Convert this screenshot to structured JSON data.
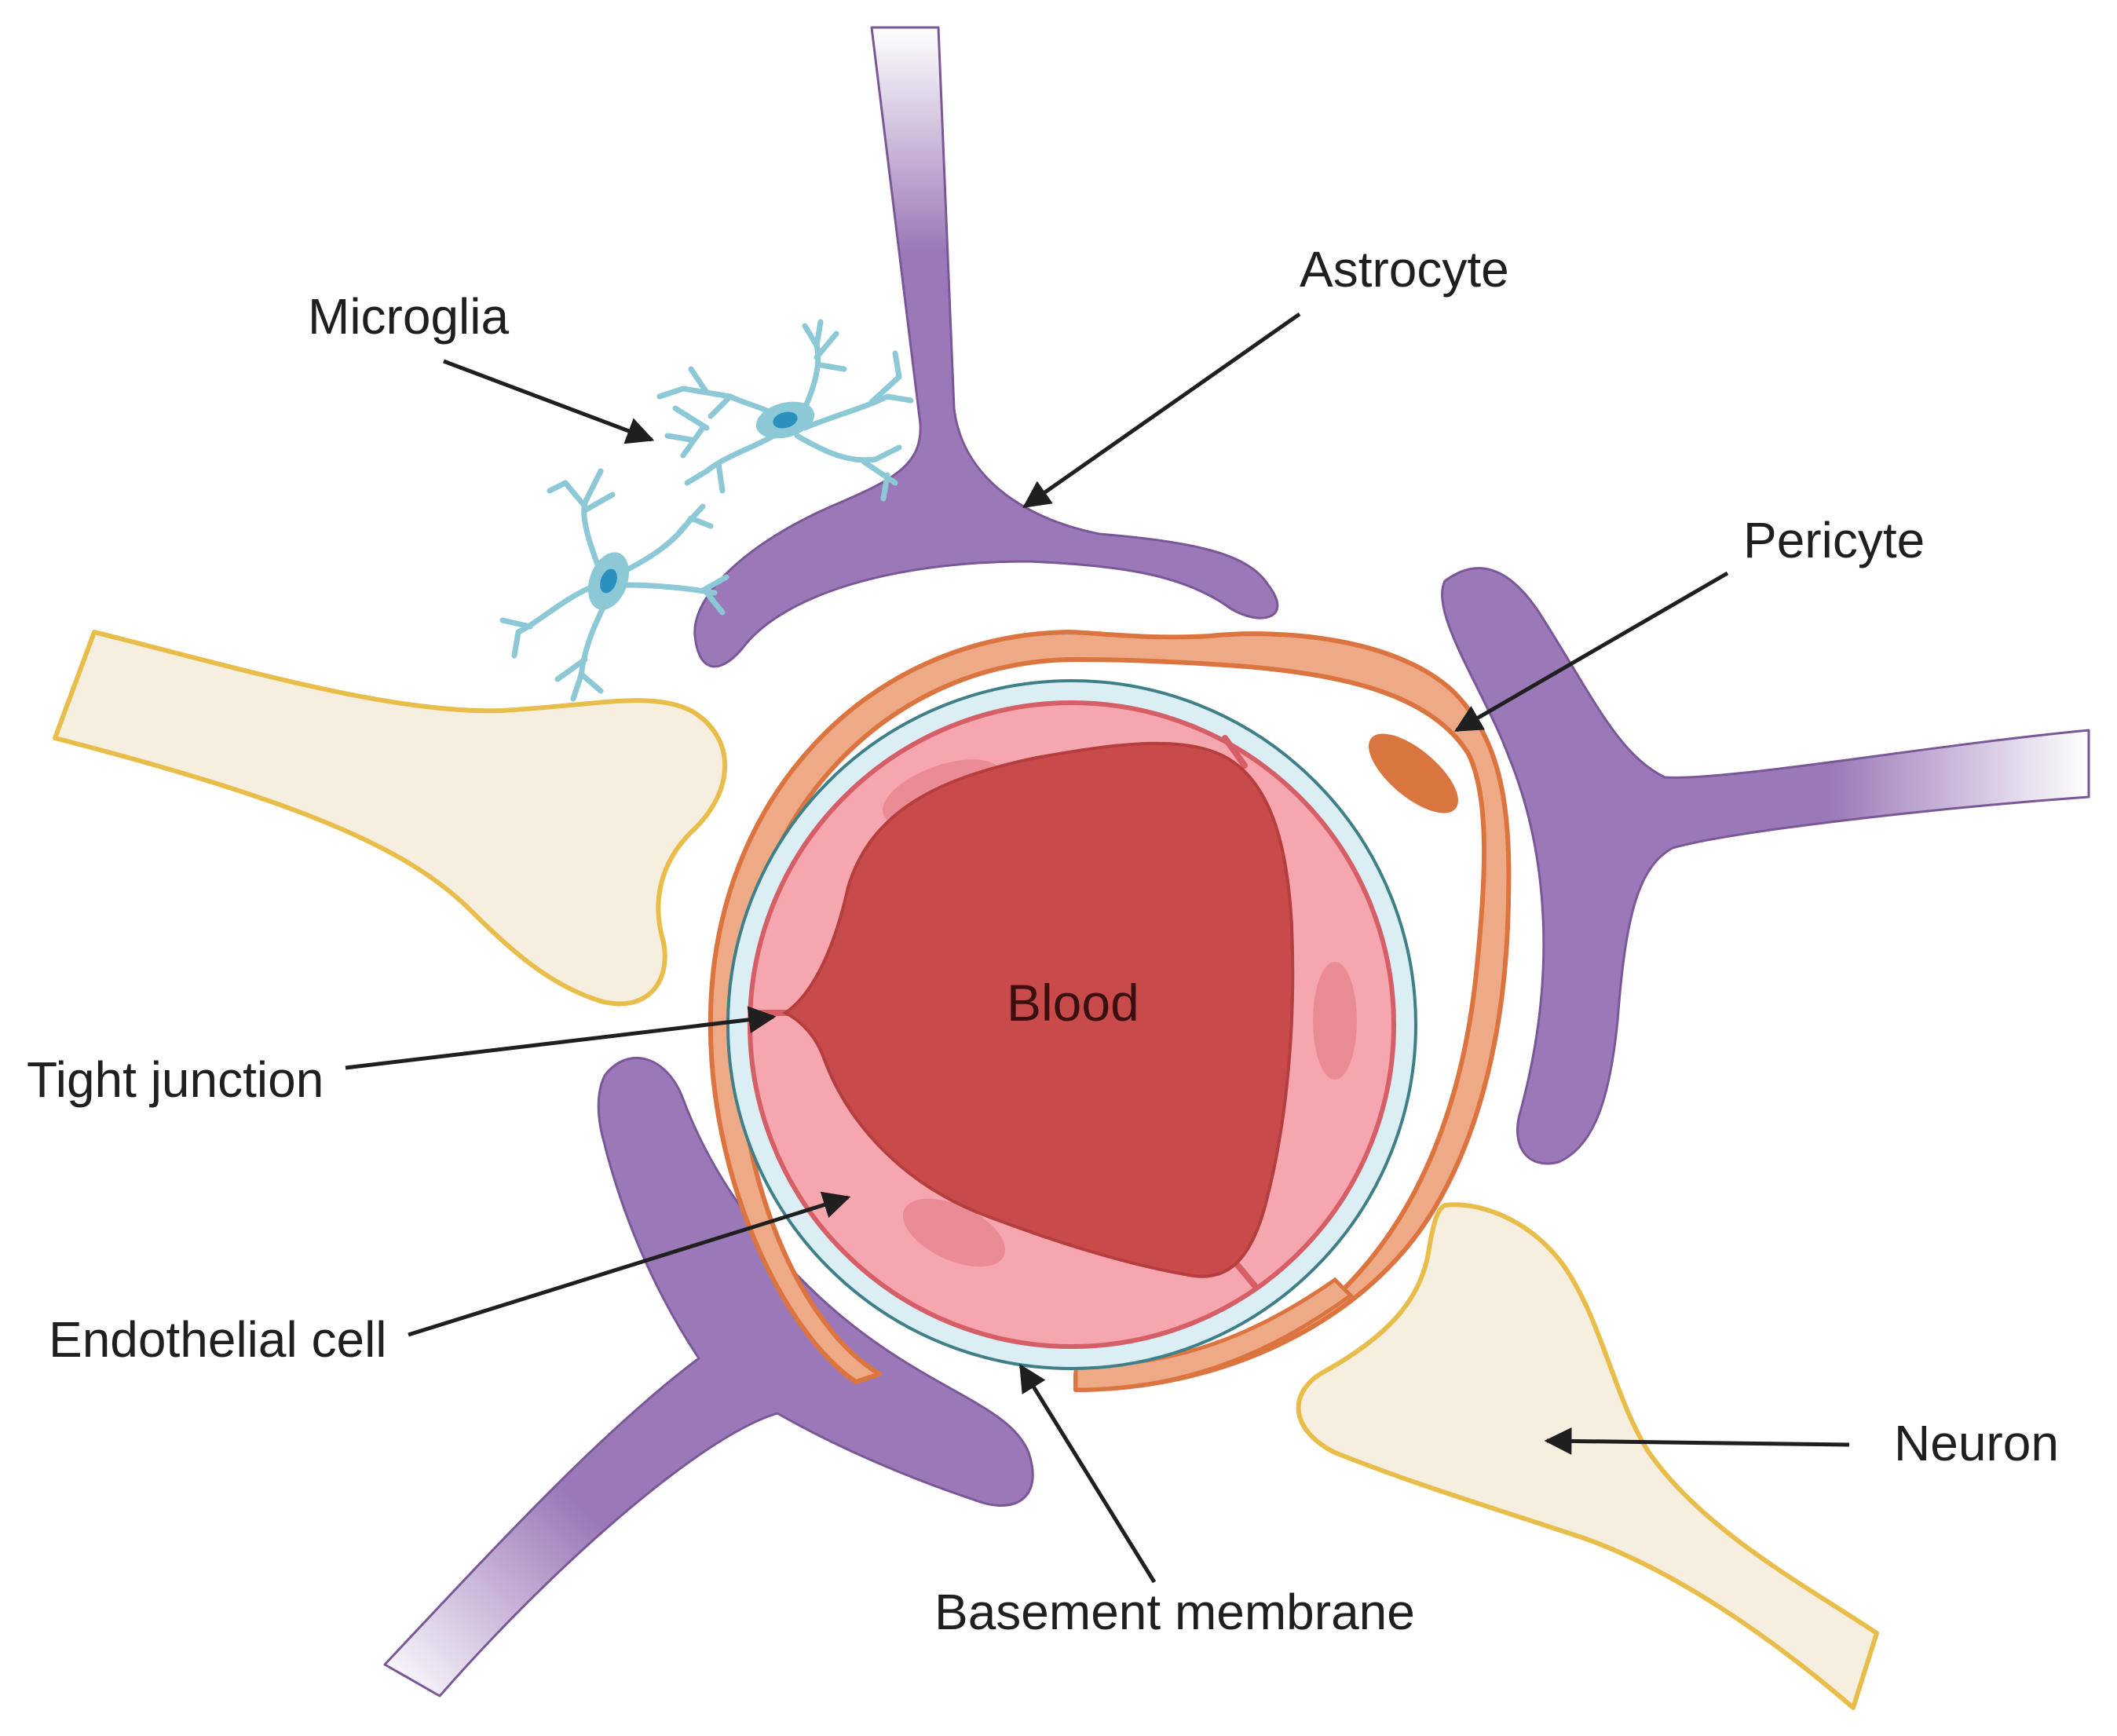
{
  "labels": {
    "microglia": "Microglia",
    "astrocyte": "Astrocyte",
    "pericyte": "Pericyte",
    "blood": "Blood",
    "tight_junction": "Tight junction",
    "endothelial_cell": "Endothelial cell",
    "basement_membrane": "Basement membrane",
    "neuron": "Neuron"
  },
  "colors": {
    "astrocyte": "#9b79b8",
    "astrocyte_outline": "#7a5898",
    "neuron_fill": "#f6efdf",
    "neuron_outline": "#e8bd4a",
    "pericyte_fill": "#eea986",
    "pericyte_outline": "#dc7440",
    "pericyte_nucleus": "#d9763f",
    "basement_membrane": "#daeef4",
    "basement_outline": "#3f8088",
    "endothelial": "#f6a6ae",
    "endothelial_outline": "#d65e66",
    "endothelial_nucleus": "#ea8c95",
    "blood": "#c94a4a",
    "microglia": "#8cc8d6",
    "microglia_nucleus": "#2b8fc0",
    "arrow": "#1f1f1f"
  }
}
